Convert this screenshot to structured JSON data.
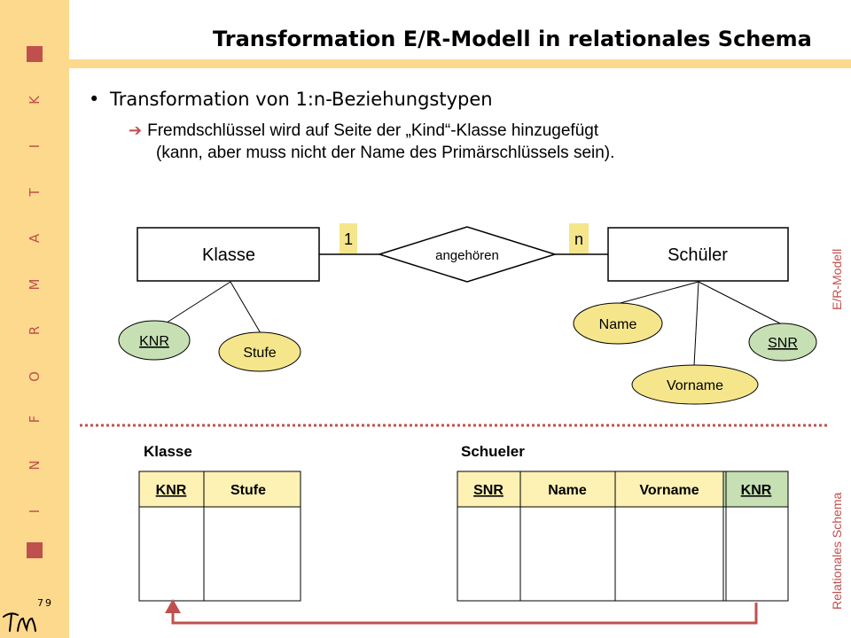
{
  "slide": {
    "title": "Transformation E/R-Modell in relationales Schema",
    "page_number": "79",
    "side_letters": [
      "K",
      "I",
      "T",
      "A",
      "M",
      "R",
      "O",
      "F",
      "N",
      "I"
    ],
    "logo_text": "TM",
    "right_label_top": "E/R-Modell",
    "right_label_bottom": "Relationales Schema"
  },
  "content": {
    "bullet": "Transformation von 1:n-Beziehungstypen",
    "sub_line1": "Fremdschlüssel wird auf Seite der „Kind“-Klasse hinzugefügt",
    "sub_line2": "(kann, aber muss nicht der Name des Primärschlüssels sein)."
  },
  "er": {
    "entity_left": "Klasse",
    "entity_right": "Schüler",
    "relationship": "angehören",
    "card_left": "1",
    "card_right": "n",
    "attrs_left": [
      "KNR",
      "Stufe"
    ],
    "attrs_right": [
      "Name",
      "Vorname",
      "SNR"
    ]
  },
  "tables": {
    "klasse": {
      "title": "Klasse",
      "columns": [
        "KNR",
        "Stufe"
      ]
    },
    "schueler": {
      "title": "Schueler",
      "columns": [
        "SNR",
        "Name",
        "Vorname",
        "KNR"
      ]
    }
  },
  "colors": {
    "accent": "#c0504d",
    "sidebar": "#fdd98d",
    "attr_yellow": "#f5e68c",
    "key_green": "#c6e0b4",
    "header_yellow": "#fdf1b4",
    "card_yellow": "#f5e68c"
  }
}
